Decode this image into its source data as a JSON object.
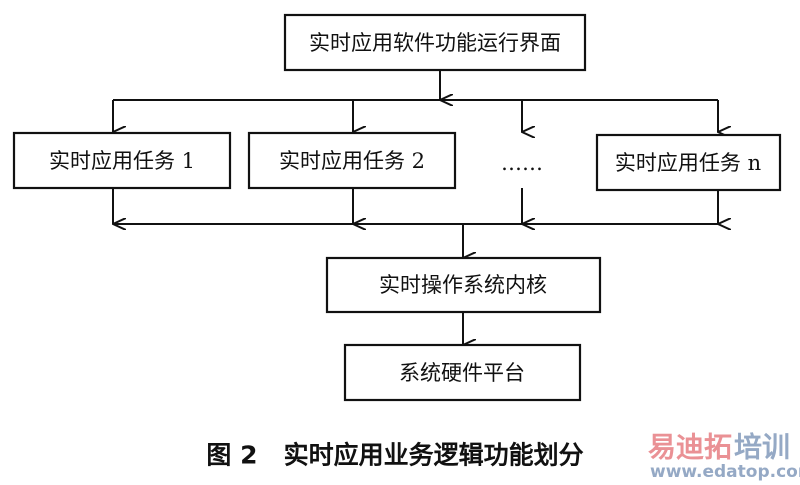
{
  "diagram": {
    "top_box": "实时应用软件功能运行界面",
    "tasks": [
      {
        "label": "实时应用任务 1"
      },
      {
        "label": "实时应用任务 2"
      },
      {
        "label": "……"
      },
      {
        "label": "实时应用任务 n"
      }
    ],
    "kernel_box": "实时操作系统内核",
    "hardware_box": "系统硬件平台",
    "caption": "图 2   实时应用业务逻辑功能划分"
  },
  "watermark": {
    "title_part1": "易迪拓",
    "title_part2": "培训",
    "url": "www.edatop.com",
    "colors": {
      "red": "#e8868a",
      "blue": "#8aa0bf"
    }
  }
}
